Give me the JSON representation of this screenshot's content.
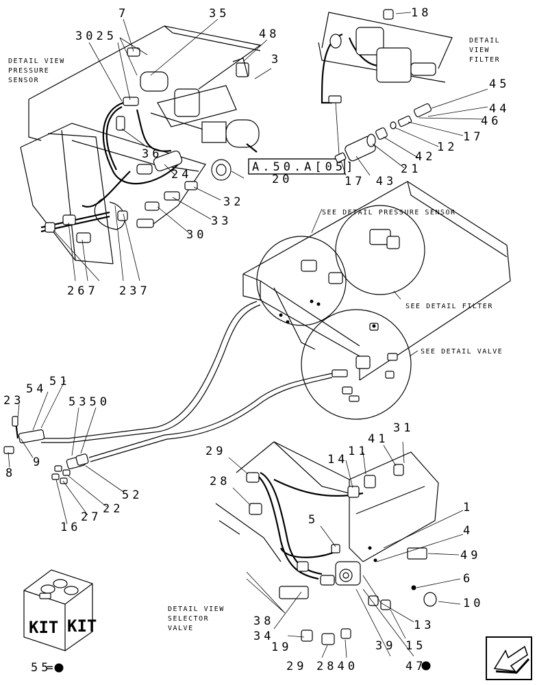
{
  "title": "",
  "reference_box": "A.50.A[05]",
  "captions": {
    "pressure_sensor": [
      "DETAIL VIEW",
      "PRESSURE",
      "SENSOR"
    ],
    "filter": [
      "DETAIL",
      "VIEW",
      "FILTER"
    ],
    "selector_valve": [
      "DETAIL VIEW",
      "SELECTOR",
      "VALVE"
    ],
    "see_pressure_sensor": "SEE DETAIL PRESSURE SENSOR",
    "see_filter": "SEE DETAIL FILTER",
    "see_valve": "SEE DETAIL VALVE"
  },
  "callouts": {
    "c7": "7",
    "c35": "35",
    "c3025": "3025",
    "c48": "48",
    "c3": "3",
    "c36": "36",
    "c24": "24",
    "c20": "20",
    "c32": "32",
    "c33": "33",
    "c30": "30",
    "c267": "267",
    "c237": "237",
    "c18": "18",
    "c45": "45",
    "c44": "44",
    "c46": "46",
    "c17a": "17",
    "c12": "12",
    "c42": "42",
    "c17_43": "17 43",
    "c21": "21",
    "c51": "51",
    "c54": "54",
    "c23": "23",
    "c5350": "5350",
    "c9": "9",
    "c8": "8",
    "c52": "52",
    "c22": "22",
    "c27": "27",
    "c16": "16",
    "c29a": "29",
    "c28a": "28",
    "c14": "14",
    "c11": "11",
    "c41": "41",
    "c31": "31",
    "c1": "1",
    "c5": "5",
    "c4": "4",
    "c49": "49",
    "c6": "6",
    "c10": "10",
    "c38": "38",
    "c34": "34",
    "c19": "19",
    "c13": "13",
    "c15": "15",
    "c29b": "29",
    "c2840": "2840",
    "c39": "39",
    "c47": "47"
  },
  "kit_legend": {
    "box_text": [
      "KIT",
      "KIT"
    ],
    "number": "55",
    "symbol": "●"
  },
  "nav_icon": "arrow-back-icon"
}
